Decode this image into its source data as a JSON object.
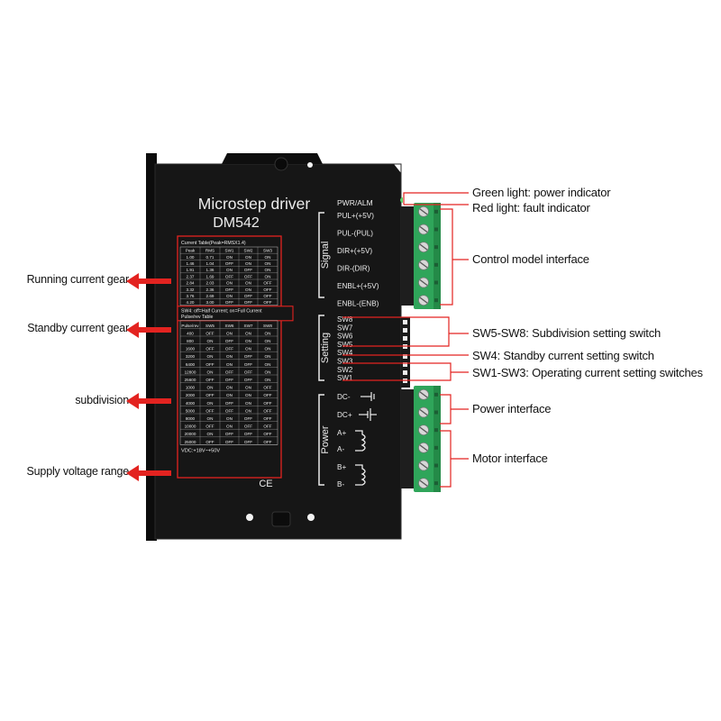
{
  "device": {
    "title": "Microstep driver",
    "model": "DM542",
    "current_table_title": "Current Table(Peak=RMSX1.4)",
    "current_headers": [
      "Peak",
      "RMS",
      "SW1",
      "SW2",
      "SW3"
    ],
    "current_rows": [
      [
        "1.00",
        "0.71",
        "ON",
        "ON",
        "ON"
      ],
      [
        "1.46",
        "1.04",
        "OFF",
        "ON",
        "ON"
      ],
      [
        "1.91",
        "1.36",
        "ON",
        "OFF",
        "ON"
      ],
      [
        "2.37",
        "1.69",
        "OFF",
        "OFF",
        "ON"
      ],
      [
        "2.84",
        "2.03",
        "ON",
        "ON",
        "OFF"
      ],
      [
        "3.32",
        "2.36",
        "OFF",
        "ON",
        "OFF"
      ],
      [
        "3.76",
        "2.69",
        "ON",
        "OFF",
        "OFF"
      ],
      [
        "4.20",
        "3.00",
        "OFF",
        "OFF",
        "OFF"
      ]
    ],
    "sw4_note": "SW4: off=Half Current; on=Full Current",
    "pulse_table_title": "Pulse/rev Table",
    "pulse_headers": [
      "Pulse/rev",
      "SW5",
      "SW6",
      "SW7",
      "SW8"
    ],
    "pulse_rows": [
      [
        "400",
        "OFF",
        "ON",
        "ON",
        "ON"
      ],
      [
        "800",
        "ON",
        "OFF",
        "ON",
        "ON"
      ],
      [
        "1600",
        "OFF",
        "OFF",
        "ON",
        "ON"
      ],
      [
        "3200",
        "ON",
        "ON",
        "OFF",
        "ON"
      ],
      [
        "6400",
        "OFF",
        "ON",
        "OFF",
        "ON"
      ],
      [
        "12800",
        "ON",
        "OFF",
        "OFF",
        "ON"
      ],
      [
        "25600",
        "OFF",
        "OFF",
        "OFF",
        "ON"
      ],
      [
        "1000",
        "ON",
        "ON",
        "ON",
        "OFF"
      ],
      [
        "2000",
        "OFF",
        "ON",
        "ON",
        "OFF"
      ],
      [
        "4000",
        "ON",
        "OFF",
        "ON",
        "OFF"
      ],
      [
        "5000",
        "OFF",
        "OFF",
        "ON",
        "OFF"
      ],
      [
        "8000",
        "ON",
        "ON",
        "OFF",
        "OFF"
      ],
      [
        "10000",
        "OFF",
        "ON",
        "OFF",
        "OFF"
      ],
      [
        "20000",
        "ON",
        "OFF",
        "OFF",
        "OFF"
      ],
      [
        "25000",
        "OFF",
        "OFF",
        "OFF",
        "OFF"
      ]
    ],
    "voltage": "VDC:+18V~+50V",
    "ce_mark": "CE",
    "pwr_alm": "PWR/ALM",
    "group_signal": "Signal",
    "group_setting": "Setting",
    "group_power": "Power",
    "signal_pins": [
      "PUL+(+5V)",
      "PUL-(PUL)",
      "DIR+(+5V)",
      "DIR-(DIR)",
      "ENBL+(+5V)",
      "ENBL-(ENB)"
    ],
    "setting_pins": [
      "SW8",
      "SW7",
      "SW6",
      "SW5",
      "SW4",
      "SW3",
      "SW2",
      "SW1"
    ],
    "power_pins": [
      "DC-",
      "DC+",
      "A+",
      "A-",
      "B+",
      "B-"
    ]
  },
  "annotations_left": {
    "running": "Running current gear",
    "standby": "Standby current gear",
    "subdivision": "subdivision",
    "supply": "Supply voltage range"
  },
  "annotations_right": {
    "green_light": "Green light: power indicator",
    "red_light": "Red light: fault indicator",
    "control": "Control model interface",
    "sw5_8": "SW5-SW8: Subdivision setting switch",
    "sw4": "SW4: Standby current setting switch",
    "sw1_3": "SW1-SW3: Operating current setting switches",
    "power": "Power interface",
    "motor": "Motor interface"
  },
  "colors": {
    "accent_red": "#e32320",
    "device_black": "#161616",
    "terminal_green": "#2fa55a",
    "print_white": "#ececec"
  },
  "icons": [
    "led-icon",
    "screw-terminal-icon",
    "dip-switch-icon",
    "coil-icon",
    "battery-icon",
    "mounting-hole-icon"
  ]
}
